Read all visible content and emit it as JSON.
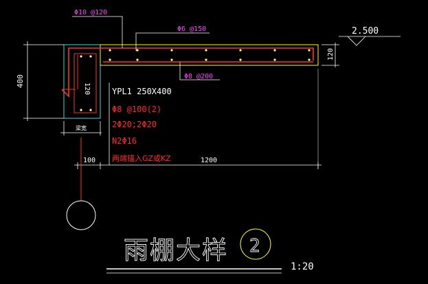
{
  "colors": {
    "bg": "#000000",
    "white": "#ffffff",
    "yellow": "#ffff00",
    "red": "#ff2a2a",
    "magenta": "#ff40ff",
    "cyan": "#48d8d8",
    "rebar": "#ff3030",
    "dim": "#ffffff"
  },
  "labels": {
    "top_bar_callout": "Φ10 @120",
    "dist_bar_callout": "Φ6 @150",
    "bottom_bar_callout": "Φ8 @200",
    "elevation": "2.500",
    "height_400": "400",
    "slab_120_left": "120",
    "slab_120_right": "120",
    "beam_name": "YPL1 250X400",
    "stirrup": "Φ8 @100(2)",
    "main_bars": "2Φ20;2Φ20",
    "side_bars": "N2Φ16",
    "anchor_note": "两端锚入GZ或KZ",
    "beam_width_tag": "梁宽",
    "dim_100": "100",
    "dim_1200": "1200",
    "title": "雨棚大样",
    "detail_no": "2",
    "scale": "1:20"
  }
}
